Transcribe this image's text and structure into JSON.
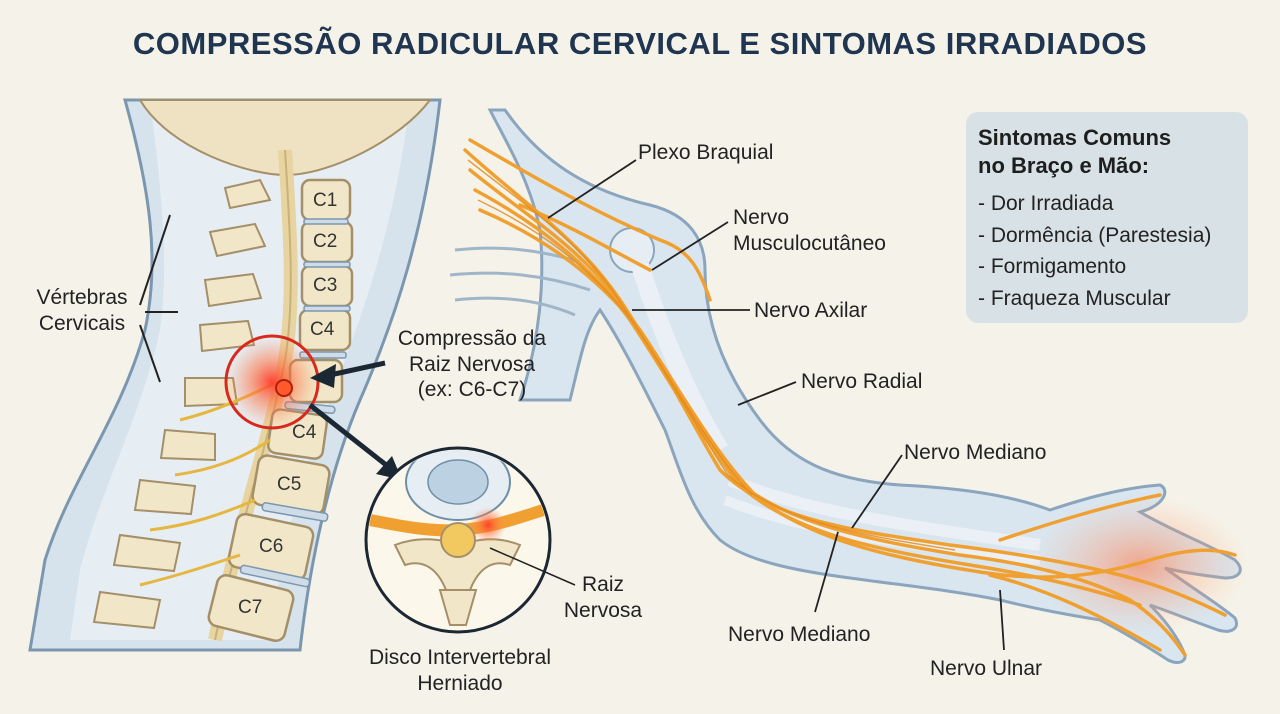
{
  "title": "COMPRESSÃO RADICULAR CERVICAL E SINTOMAS IRRADIADOS",
  "spine": {
    "group_label_line1": "Vértebras",
    "group_label_line2": "Cervicais",
    "vertebrae": [
      "C1",
      "C2",
      "C3",
      "C4",
      "C4",
      "C5",
      "C6",
      "C7"
    ]
  },
  "compression": {
    "title_line1": "Compressão da",
    "title_line2": "Raiz Nervosa",
    "example": "(ex: C6-C7)"
  },
  "inset": {
    "root_line1": "Raiz",
    "root_line2": "Nervosa",
    "disc_line1": "Disco Intervertebral",
    "disc_line2": "Herniado"
  },
  "nerves": {
    "plexo": "Plexo Braquial",
    "musculo_line1": "Nervo",
    "musculo_line2": "Musculocutâneo",
    "axilar": "Nervo Axilar",
    "radial": "Nervo Radial",
    "mediano_upper": "Nervo Mediano",
    "mediano_lower": "Nervo Mediano",
    "ulnar": "Nervo Ulnar"
  },
  "symptoms": {
    "title_line1": "Sintomas Comuns",
    "title_line2": "no Braço e Mão:",
    "items": [
      "- Dor Irradiada",
      "- Dormência (Parestesia)",
      "- Formigamento",
      "- Fraqueza Muscular"
    ]
  },
  "colors": {
    "title": "#1f3550",
    "nerve": "#f0a030",
    "compression": "#e02a20",
    "skin": "#d9e6ef",
    "bone": "#f1e7c8",
    "background": "#f5f3e9"
  }
}
